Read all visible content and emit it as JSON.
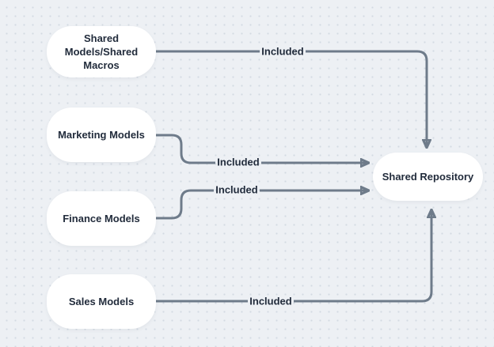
{
  "diagram": {
    "nodes": [
      {
        "id": "shared-models-macros",
        "label": "Shared Models/Shared Macros",
        "lines": [
          "Shared",
          "Models/Shared",
          "Macros"
        ]
      },
      {
        "id": "marketing-models",
        "label": "Marketing Models"
      },
      {
        "id": "finance-models",
        "label": "Finance Models"
      },
      {
        "id": "sales-models",
        "label": "Sales Models"
      },
      {
        "id": "shared-repository",
        "label": "Shared Repository"
      }
    ],
    "edges": [
      {
        "from": "shared-models-macros",
        "to": "shared-repository",
        "label": "Included"
      },
      {
        "from": "marketing-models",
        "to": "shared-repository",
        "label": "Included"
      },
      {
        "from": "finance-models",
        "to": "shared-repository",
        "label": "Included"
      },
      {
        "from": "sales-models",
        "to": "shared-repository",
        "label": "Included"
      }
    ],
    "colors": {
      "background": "#edf0f4",
      "grid_dot": "#d3dae2",
      "node_fill": "#ffffff",
      "node_text": "#222c3c",
      "connector": "#6e7b8a"
    }
  }
}
